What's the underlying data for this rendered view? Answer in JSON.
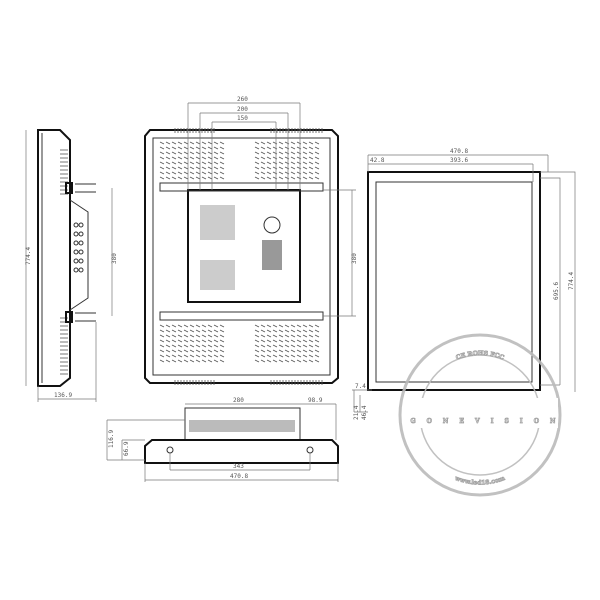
{
  "drawing": {
    "side_view": {
      "height": "774.4",
      "mount": "380",
      "depth": "136.9"
    },
    "front_view": {
      "vesa_outer": "260",
      "vesa_mid": "200",
      "vesa_inner": "150",
      "mount_height": "380"
    },
    "rear_frame_view": {
      "width": "470.8",
      "margin": "42.8",
      "inner_width": "393.6",
      "inner_height": "695.6",
      "height": "774.4",
      "dim_a": "7.4",
      "dim_b": "21.4",
      "dim_c": "46.4"
    },
    "bottom_view": {
      "bracket_width": "280",
      "offset": "98.9",
      "depth_total": "116.9",
      "depth_body": "66.9",
      "hole_spacing": "343",
      "width": "470.8"
    }
  },
  "watermark": {
    "top_text": "CE ROHS FCC",
    "brand": "GONEVISION",
    "url": "www.led18.com",
    "color": "#999999"
  }
}
